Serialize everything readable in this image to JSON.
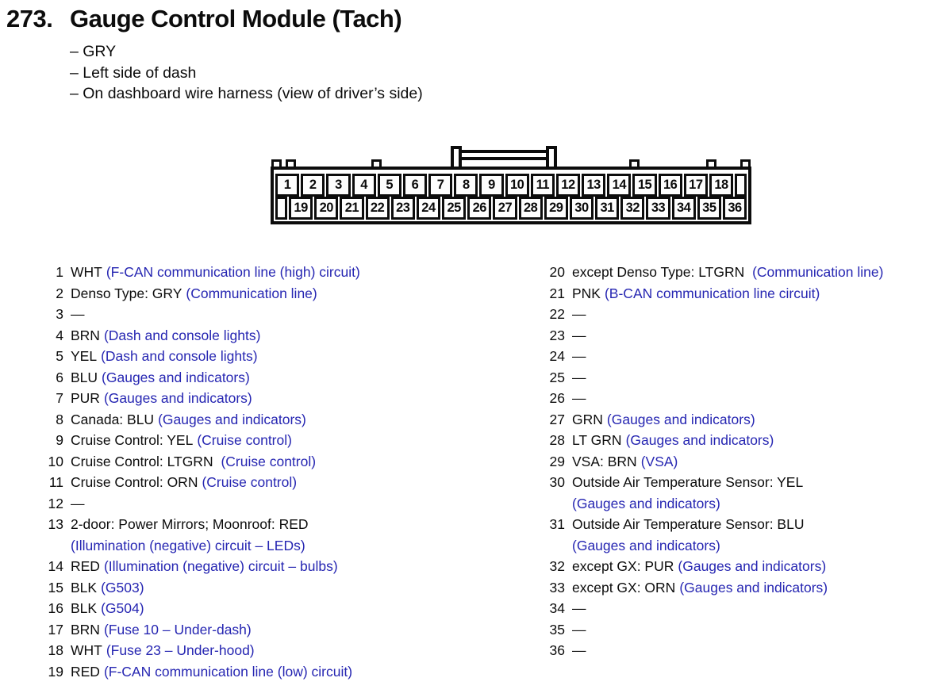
{
  "header": {
    "number": "273.",
    "title": "Gauge Control Module (Tach)"
  },
  "notes": [
    "– GRY",
    "– Left side of dash",
    "– On dashboard wire harness (view of driver’s side)"
  ],
  "connector": {
    "top_row": [
      "1",
      "2",
      "3",
      "4",
      "5",
      "6",
      "7",
      "8",
      "9",
      "10",
      "11",
      "12",
      "13",
      "14",
      "15",
      "16",
      "17",
      "18"
    ],
    "bottom_row": [
      "19",
      "20",
      "21",
      "22",
      "23",
      "24",
      "25",
      "26",
      "27",
      "28",
      "29",
      "30",
      "31",
      "32",
      "33",
      "34",
      "35",
      "36"
    ]
  },
  "pins_left": [
    {
      "num": "1",
      "label": "WHT",
      "circuit": "(F-CAN communication line (high) circuit)"
    },
    {
      "num": "2",
      "label": "Denso Type: GRY",
      "circuit": "(Communication line)"
    },
    {
      "num": "3",
      "label": "—",
      "circuit": ""
    },
    {
      "num": "4",
      "label": "BRN",
      "circuit": "(Dash and console lights)"
    },
    {
      "num": "5",
      "label": "YEL",
      "circuit": "(Dash and console lights)"
    },
    {
      "num": "6",
      "label": "BLU",
      "circuit": "(Gauges and indicators)"
    },
    {
      "num": "7",
      "label": "PUR",
      "circuit": "(Gauges and indicators)"
    },
    {
      "num": "8",
      "label": "Canada: BLU",
      "circuit": "(Gauges and indicators)"
    },
    {
      "num": "9",
      "label": "Cruise Control: YEL",
      "circuit": "(Cruise control)"
    },
    {
      "num": "10",
      "label": "Cruise Control: LTGRN ",
      "circuit": "(Cruise control)"
    },
    {
      "num": "11",
      "label": "Cruise Control: ORN",
      "circuit": "(Cruise control)"
    },
    {
      "num": "12",
      "label": "—",
      "circuit": ""
    },
    {
      "num": "13",
      "label": "2-door: Power Mirrors; Moonroof: RED",
      "circuit": "(Illumination (negative) circuit – LEDs)",
      "circuit_on_new_line": true
    },
    {
      "num": "14",
      "label": "RED",
      "circuit": "(Illumination (negative) circuit – bulbs)"
    },
    {
      "num": "15",
      "label": "BLK",
      "circuit": "(G503)"
    },
    {
      "num": "16",
      "label": "BLK",
      "circuit": "(G504)"
    },
    {
      "num": "17",
      "label": "BRN",
      "circuit": "(Fuse 10 – Under-dash)"
    },
    {
      "num": "18",
      "label": "WHT",
      "circuit": "(Fuse 23 – Under-hood)"
    },
    {
      "num": "19",
      "label": "RED",
      "circuit": "(F-CAN communication line (low) circuit)"
    }
  ],
  "pins_right": [
    {
      "num": "20",
      "label": "except Denso Type: LTGRN ",
      "circuit": "(Communication line)"
    },
    {
      "num": "21",
      "label": "PNK",
      "circuit": "(B-CAN communication line circuit)"
    },
    {
      "num": "22",
      "label": "—",
      "circuit": ""
    },
    {
      "num": "23",
      "label": "—",
      "circuit": ""
    },
    {
      "num": "24",
      "label": "—",
      "circuit": ""
    },
    {
      "num": "25",
      "label": "—",
      "circuit": ""
    },
    {
      "num": "26",
      "label": "—",
      "circuit": ""
    },
    {
      "num": "27",
      "label": "GRN",
      "circuit": "(Gauges and indicators)"
    },
    {
      "num": "28",
      "label": "LT GRN",
      "circuit": "(Gauges and indicators)"
    },
    {
      "num": "29",
      "label": "VSA: BRN",
      "circuit": "(VSA)"
    },
    {
      "num": "30",
      "label": "Outside Air Temperature Sensor: YEL",
      "circuit": "(Gauges and indicators)",
      "circuit_on_new_line": true
    },
    {
      "num": "31",
      "label": "Outside Air Temperature Sensor: BLU",
      "circuit": "(Gauges and indicators)",
      "circuit_on_new_line": true
    },
    {
      "num": "32",
      "label": "except GX: PUR",
      "circuit": "(Gauges and indicators)"
    },
    {
      "num": "33",
      "label": "except GX: ORN",
      "circuit": "(Gauges and indicators)"
    },
    {
      "num": "34",
      "label": "—",
      "circuit": ""
    },
    {
      "num": "35",
      "label": "—",
      "circuit": ""
    },
    {
      "num": "36",
      "label": "—",
      "circuit": ""
    }
  ],
  "colors": {
    "circuit_blue": "#2626b2",
    "text_black": "#0c0c0c",
    "background": "#ffffff"
  }
}
